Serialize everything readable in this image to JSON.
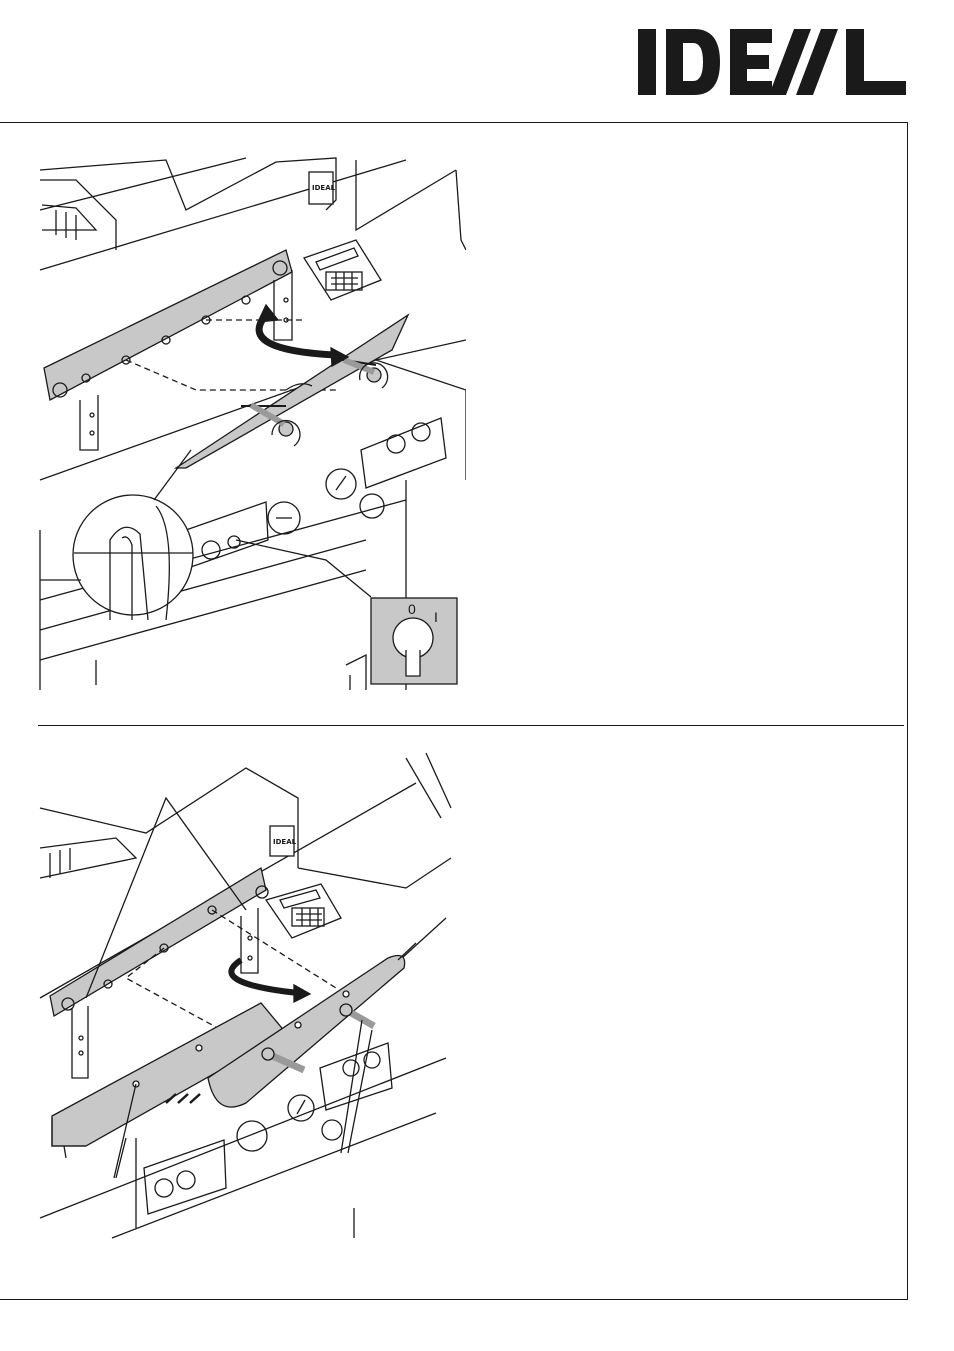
{
  "brand": {
    "logo_text": "IDEAL",
    "badge_text": "IDEAL"
  },
  "figure1": {
    "switch_labels": {
      "off": "0",
      "on": "I"
    }
  },
  "colors": {
    "ink": "#1a1a1a",
    "shade": "#c8c8c8",
    "dark_shade": "#9a9a9a"
  }
}
